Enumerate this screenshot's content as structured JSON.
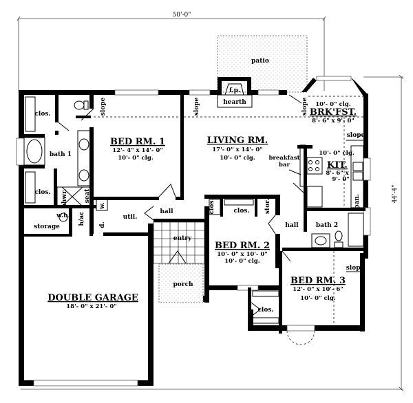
{
  "overall": {
    "width_label": "50'-0\"",
    "depth_label": "44'-4\""
  },
  "rooms": {
    "patio": {
      "label": "patio"
    },
    "fireplace": {
      "label": "f.p."
    },
    "hearth": {
      "label": "hearth"
    },
    "breakfast": {
      "label": "BRK'FST.",
      "size": "8'- 6\" x 9'- 0\"",
      "ceiling": "10'- 0\" clg."
    },
    "kitchen": {
      "label": "KIT.",
      "size_line1": "8'- 6\" x",
      "size_line2": "9'- 0\"",
      "ceiling": "10'- 0\" clg."
    },
    "living": {
      "label": "LIVING RM.",
      "size": "17'- 0\" x 14'- 0\"",
      "ceiling": "10'- 0\" clg."
    },
    "breakfast_bar": {
      "line1": "breakfast",
      "line2": "bar"
    },
    "bed1": {
      "label": "BED RM. 1",
      "size": "12'- 4\" x 14'- 0\"",
      "ceiling": "10'- 0\" clg."
    },
    "bed2": {
      "label": "BED RM. 2",
      "size": "10'- 0\" x 10'- 0\"",
      "ceiling": "10'- 0\" clg."
    },
    "bed3": {
      "label": "BED RM. 3",
      "size": "12'- 0\" x 10'- 6\"",
      "ceiling": "10'- 0\" clg."
    },
    "garage": {
      "label": "DOUBLE GARAGE",
      "size": "18'- 0\" x 21'- 0\""
    },
    "bath1": {
      "label": "bath 1"
    },
    "bath2": {
      "label": "bath 2"
    },
    "closet_master_top": {
      "label": "clos."
    },
    "closet_master_bottom": {
      "label": "clos."
    },
    "shower": {
      "label": "shwr."
    },
    "seat": {
      "label": "seat"
    },
    "water_heater": {
      "label": "w.h."
    },
    "hvac": {
      "label": "h/ac"
    },
    "washer": {
      "label": "w."
    },
    "dryer": {
      "label": "d."
    },
    "utility": {
      "label": "util."
    },
    "storage": {
      "label": "storage"
    },
    "hall_left": {
      "label": "hall"
    },
    "hall_right": {
      "label": "hall"
    },
    "entry": {
      "label": "entry"
    },
    "porch": {
      "label": "porch"
    },
    "closet_bed2_small": {
      "label": "clos."
    },
    "closet_bed2": {
      "label": "clos."
    },
    "storage_small": {
      "label": "stor."
    },
    "closet_bed3": {
      "label": "clos."
    },
    "pantry": {
      "label": "pan."
    }
  },
  "annotations": {
    "slope": "slope"
  }
}
